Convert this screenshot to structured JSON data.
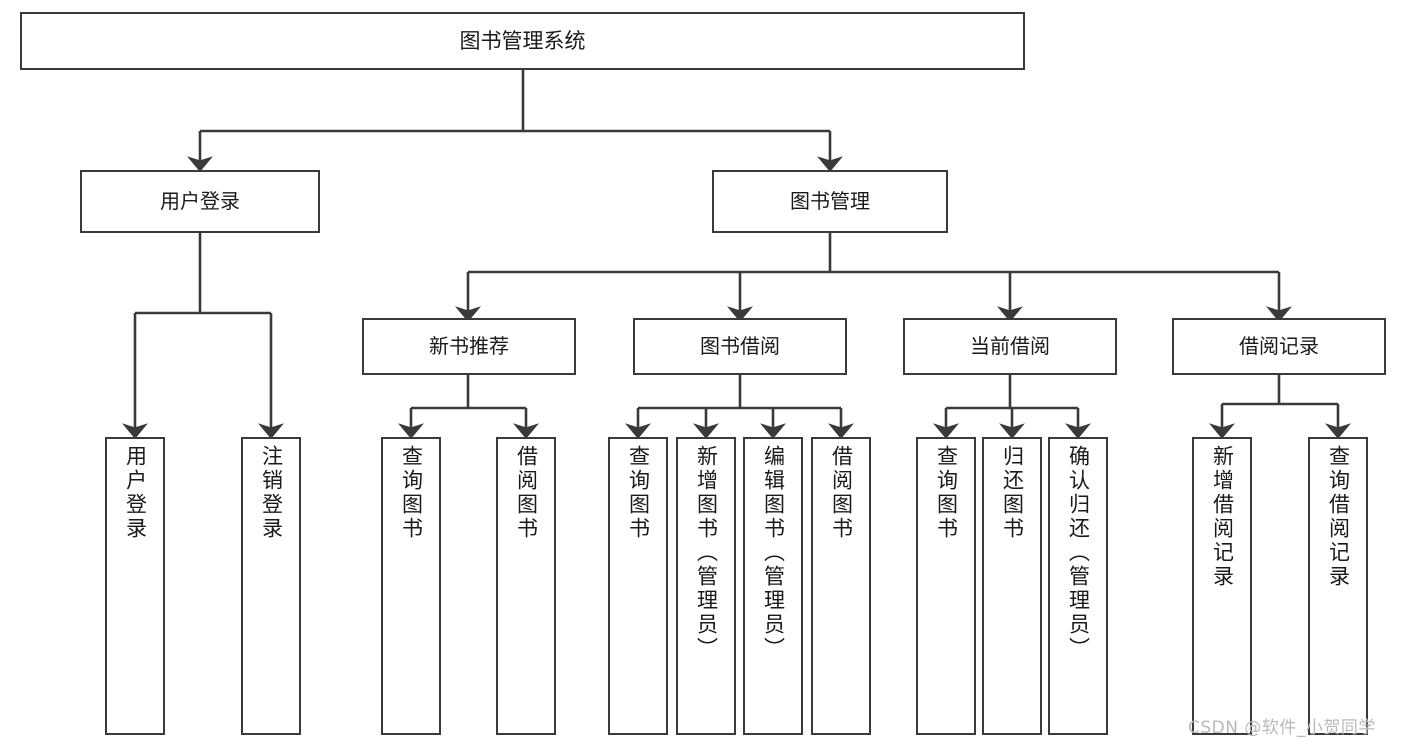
{
  "diagram": {
    "title": "图书管理系统",
    "type": "hierarchy-tree",
    "watermark": "CSDN @软件_小贺同学",
    "colors": {
      "stroke": "#3a3a3a",
      "fill": "#ffffff",
      "text": "#1a1a1a",
      "watermark": "#b9b9b9"
    },
    "root": {
      "label": "图书管理系统"
    },
    "level_one": [
      {
        "label": "用户登录"
      },
      {
        "label": "图书管理"
      }
    ],
    "level_two": [
      {
        "label": "新书推荐"
      },
      {
        "label": "图书借阅"
      },
      {
        "label": "当前借阅"
      },
      {
        "label": "借阅记录"
      }
    ],
    "leaves": {
      "user_login": [
        {
          "label": "用户登录"
        },
        {
          "label": "注销登录"
        }
      ],
      "new_book_recommend": [
        {
          "label": "查询图书"
        },
        {
          "label": "借阅图书"
        }
      ],
      "book_borrow": [
        {
          "label": "查询图书"
        },
        {
          "label": "新增图书（管理员）"
        },
        {
          "label": "编辑图书（管理员）"
        },
        {
          "label": "借阅图书"
        }
      ],
      "current_borrow": [
        {
          "label": "查询图书"
        },
        {
          "label": "归还图书"
        },
        {
          "label": "确认归还（管理员）"
        }
      ],
      "borrow_record": [
        {
          "label": "新增借阅记录"
        },
        {
          "label": "查询借阅记录"
        }
      ]
    }
  }
}
